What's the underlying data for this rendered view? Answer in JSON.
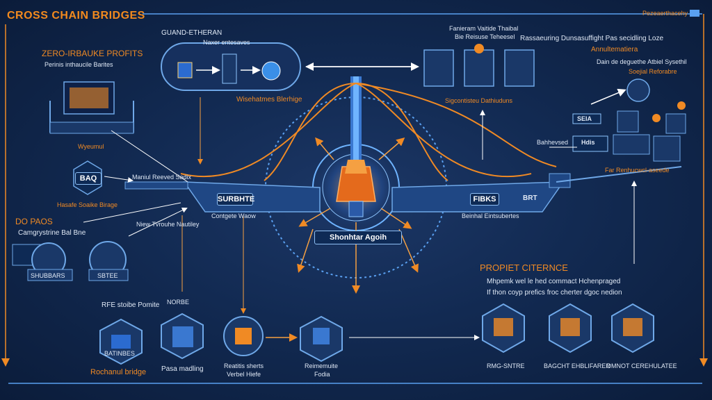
{
  "header": {
    "title": "CROSS CHAIN BRIDGES",
    "top_right": "Pezeaerthacehy"
  },
  "top_left_box": {
    "title": "GUAND-ETHERAN",
    "subtitle": "Naxer entesaves",
    "caption": "Wisehatmes Blerhige"
  },
  "left_top_panel": {
    "title": "ZERO-IRBAUKE PROFITS",
    "subtitle": "Perinis inthaucile Barites",
    "caption": "Wyeumul"
  },
  "left_badge": {
    "label": "BAQ",
    "caption": "Hasafe Soaike Birage"
  },
  "left_mid": {
    "title": "DO PAOS",
    "subtitle": "Camgrystrine Bal Bne",
    "node1": "SHUBBARS",
    "node2": "SBTEE"
  },
  "bridge": {
    "left_arm_label": "Maniul Reeved Sadix",
    "left_arm_label2": "Niew Tvrouhe Nautiley",
    "left_box": "SURBHTE",
    "left_caption": "Contgete Waow",
    "right_box": "FIBKS",
    "right_box2": "BRT",
    "right_caption": "Beinhal Eintsubertes",
    "center_label": "Shonhtar Agoih"
  },
  "top_center_right": {
    "title_line1": "Fanieram Vaitide Thaibal",
    "title_line2": "Bie Reisuse Teheesel",
    "caption": "Sigcontisteu Dathiuduns"
  },
  "top_right_text": {
    "line1": "Rassaeuring Dunsasuffight Pas secidling Loze",
    "line2": "Annultematiera",
    "line3": "Dain de deguethe Atbiel Sysethil",
    "line4": "Soejial Reforabre"
  },
  "right_mid": {
    "box1": "SEIA",
    "box2": "Hdis",
    "left_label": "Bahhevsed",
    "caption": "Far Renhucwcl-aseede"
  },
  "right_lower": {
    "title": "PROPIET CITERNCE",
    "line1": "Mhpemk wel le hed commact Hchenpraged",
    "line2": "If thon coyp prefics froc cherter dgoc nedion",
    "node1": "RMG-SNTRE",
    "node2": "BAGCHT EHBLIFARER",
    "node3": "OMNOT CEREHULATEE"
  },
  "bottom_left": {
    "title": "RFE stoibe Pomite",
    "caption": "Rochanul bridge",
    "node_label": "BATINBES"
  },
  "bottom_center": {
    "caption1": "Pasa madling",
    "caption2_line1": "Reatitis sherts",
    "caption2_line2": "Verbel Hiefe",
    "caption3_line1": "Reimemuite",
    "caption3_line2": "Fodia",
    "top_label": "NORBE"
  },
  "colors": {
    "accent": "#f08a24",
    "line_blue": "#5aa0f0",
    "panel": "#1a3868",
    "border": "#6fa8e8"
  }
}
